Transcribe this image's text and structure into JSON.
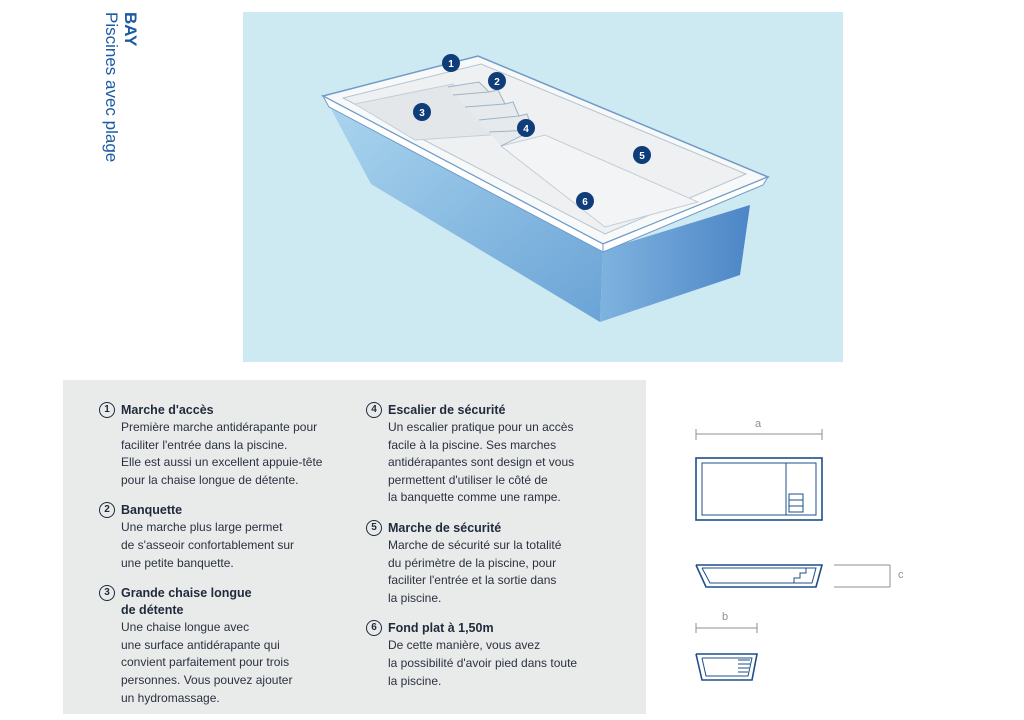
{
  "header": {
    "brand": "BAY",
    "subtitle": "Piscines avec plage"
  },
  "badges": [
    "1",
    "2",
    "3",
    "4",
    "5",
    "6"
  ],
  "features_left": [
    {
      "number": "1",
      "title": "Marche d'accès",
      "lines": [
        "Première marche antidérapante pour",
        "faciliter l'entrée dans la piscine.",
        "Elle est aussi un excellent appuie-tête",
        "pour la chaise longue de détente."
      ]
    },
    {
      "number": "2",
      "title": "Banquette",
      "lines": [
        "Une marche plus large permet",
        "de s'asseoir confortablement sur",
        "une petite banquette."
      ]
    },
    {
      "number": "3",
      "title": "Grande chaise longue",
      "title2": "de détente",
      "lines": [
        "Une chaise longue avec",
        "une surface antidérapante qui",
        "convient parfaitement pour trois",
        "personnes. Vous pouvez ajouter",
        "un hydromassage."
      ]
    }
  ],
  "features_right": [
    {
      "number": "4",
      "title": "Escalier de sécurité",
      "lines": [
        "Un escalier pratique pour un accès",
        "facile à la piscine. Ses marches",
        "antidérapantes sont design et vous",
        "permettent d'utiliser le côté de",
        "la banquette comme une rampe."
      ]
    },
    {
      "number": "5",
      "title": "Marche de sécurité",
      "lines": [
        "Marche de sécurité sur la totalité",
        "du périmètre de la piscine, pour",
        "faciliter l'entrée et la sortie dans",
        "la piscine."
      ]
    },
    {
      "number": "6",
      "title": "Fond plat à 1,50m",
      "lines": [
        "De cette manière, vous avez",
        "la possibilité d'avoir pied dans toute",
        "la piscine."
      ]
    }
  ],
  "dimensions": {
    "a": "a",
    "b": "b",
    "c": "c"
  },
  "colors": {
    "accent": "#1c5aa3",
    "badge": "#0f3d7a",
    "hero_bg": "#cde9f2",
    "panel_bg": "#e9eaea"
  }
}
